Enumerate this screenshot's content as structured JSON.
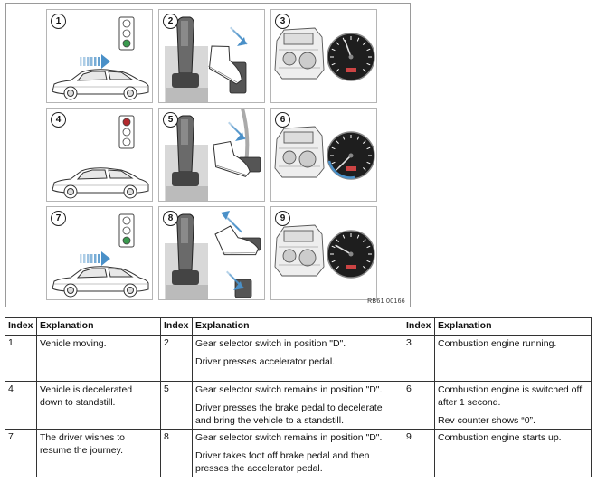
{
  "figure": {
    "ref_code": "RB61 00166",
    "panels": [
      {
        "num": "1",
        "scene": "car-moving",
        "light": "green",
        "arrow": true
      },
      {
        "num": "2",
        "scene": "gear-accelerator",
        "pedal": "accelerator",
        "foot_arrow": "down"
      },
      {
        "num": "3",
        "scene": "engine-running",
        "gauge_needle": "high"
      },
      {
        "num": "4",
        "scene": "car-stopped",
        "light": "red",
        "arrow": false
      },
      {
        "num": "5",
        "scene": "gear-brake",
        "pedal": "brake",
        "foot_arrow": "down"
      },
      {
        "num": "6",
        "scene": "engine-off",
        "gauge_needle": "zero"
      },
      {
        "num": "7",
        "scene": "car-moving",
        "light": "green",
        "arrow": true
      },
      {
        "num": "8",
        "scene": "gear-brake-release",
        "pedal": "both",
        "foot_arrow": "up"
      },
      {
        "num": "9",
        "scene": "engine-start",
        "gauge_needle": "mid"
      }
    ],
    "colors": {
      "green": "#3a9a4e",
      "red": "#b3282d",
      "arrow_blue": "#4a90c8",
      "gauge_ring": "#4a90c8"
    }
  },
  "table": {
    "headers": [
      "Index",
      "Explanation",
      "Index",
      "Explanation",
      "Index",
      "Explanation"
    ],
    "rows": [
      [
        {
          "index": "1",
          "lines": [
            "Vehicle moving."
          ]
        },
        {
          "index": "2",
          "lines": [
            "Gear selector switch in position \"D\".",
            "Driver presses accelerator pedal."
          ]
        },
        {
          "index": "3",
          "lines": [
            "Combustion engine running."
          ]
        }
      ],
      [
        {
          "index": "4",
          "lines": [
            "Vehicle is decelerated down to standstill."
          ]
        },
        {
          "index": "5",
          "lines": [
            "Gear selector switch remains in position \"D\".",
            "Driver presses the brake pedal to decelerate and bring the vehicle to a standstill."
          ]
        },
        {
          "index": "6",
          "lines": [
            "Combustion engine is switched off after 1 second.",
            "Rev counter shows “0”."
          ]
        }
      ],
      [
        {
          "index": "7",
          "lines": [
            "The driver wishes to resume the journey."
          ]
        },
        {
          "index": "8",
          "lines": [
            "Gear selector switch remains in position \"D\".",
            "Driver takes foot off brake pedal and then presses the accelerator pedal."
          ]
        },
        {
          "index": "9",
          "lines": [
            "Combustion engine starts up."
          ]
        }
      ]
    ]
  }
}
